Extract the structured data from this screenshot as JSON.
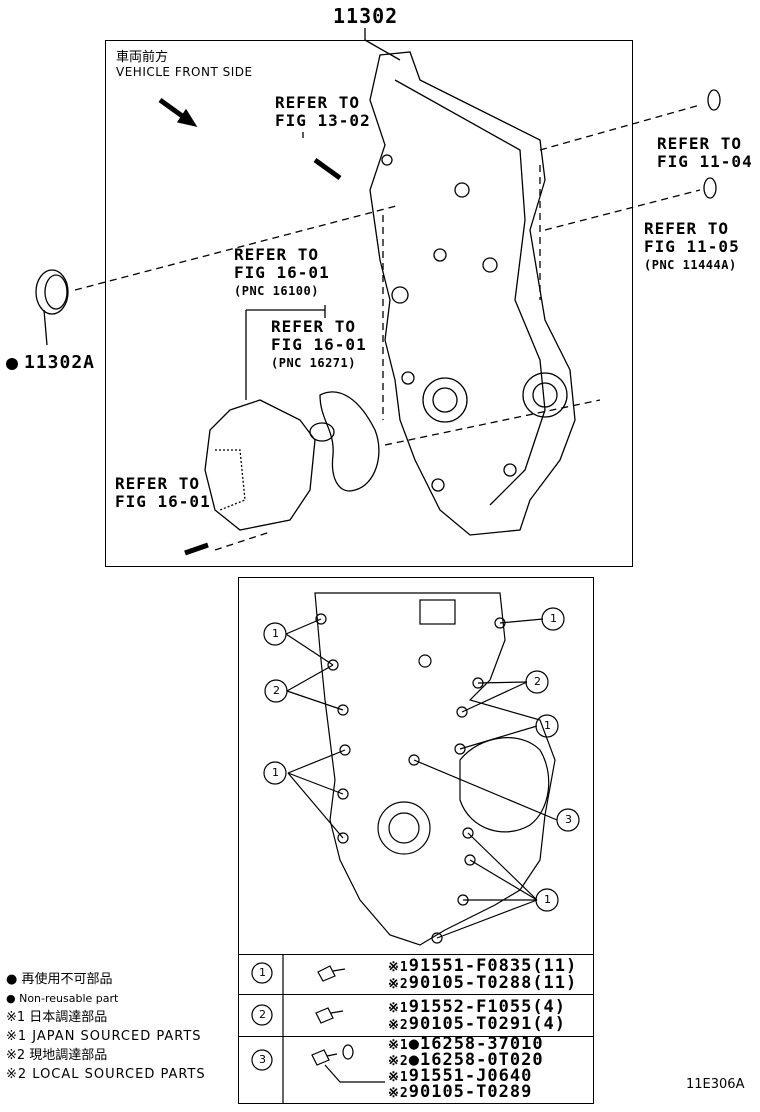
{
  "main_part": "11302",
  "front_side": {
    "jp": "車両前方",
    "en": "VEHICLE FRONT SIDE"
  },
  "refs": {
    "fig1302": {
      "l1": "REFER TO",
      "l2": "FIG 13-02"
    },
    "fig1104": {
      "l1": "REFER TO",
      "l2": "FIG 11-04"
    },
    "fig1105": {
      "l1": "REFER TO",
      "l2": "FIG 11-05",
      "pnc": "(PNC 11444A)"
    },
    "fig1601a": {
      "l1": "REFER TO",
      "l2": "FIG 16-01",
      "pnc": "(PNC 16100)"
    },
    "fig1601b": {
      "l1": "REFER TO",
      "l2": "FIG 16-01",
      "pnc": "(PNC 16271)"
    },
    "fig1601c": {
      "l1": "REFER TO",
      "l2": "FIG 16-01"
    }
  },
  "seal_part": "11302A",
  "callouts": {
    "c1": "1",
    "c2": "2",
    "c3": "3"
  },
  "table": [
    {
      "num": "1",
      "lines": [
        {
          "mark": "※1",
          "text": "91551-F0835(11)"
        },
        {
          "mark": "※2",
          "text": "90105-T0288(11)"
        }
      ]
    },
    {
      "num": "2",
      "lines": [
        {
          "mark": "※1",
          "text": "91552-F1055(4)"
        },
        {
          "mark": "※2",
          "text": "90105-T0291(4)"
        }
      ]
    },
    {
      "num": "3",
      "lines": [
        {
          "mark": "※1",
          "text": "16258-37010"
        },
        {
          "mark": "※2",
          "text": "16258-0T020"
        },
        {
          "mark": "※1",
          "text": "91551-J0640"
        },
        {
          "mark": "※2",
          "text": "90105-T0289"
        }
      ]
    }
  ],
  "legend": {
    "l1": "● 再使用不可部品",
    "l2": "● Non-reusable part",
    "l3": "※1 日本調達部品",
    "l4": "※1 JAPAN SOURCED PARTS",
    "l5": "※2 現地調達部品",
    "l6": "※2 LOCAL SOURCED PARTS"
  },
  "diagram_id": "11E306A"
}
